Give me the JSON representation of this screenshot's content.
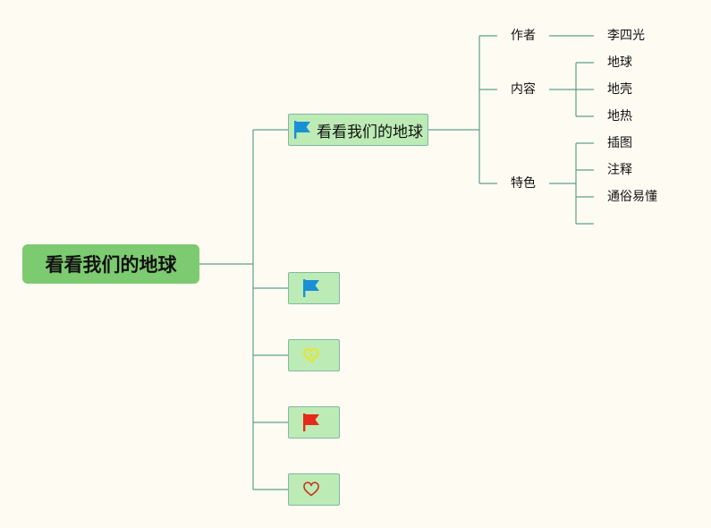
{
  "colors": {
    "background": "#fefcf2",
    "root_fill": "#7dcb70",
    "node_fill": "#bdebb5",
    "node_border": "#7fb8a3",
    "connector": "#5e9e8c"
  },
  "root": {
    "label": "看看我们的地球"
  },
  "topics": [
    {
      "label": "看看我们的地球",
      "icon": "blue-flag-icon"
    },
    {
      "label": "",
      "icon": "blue-flag-icon"
    },
    {
      "label": "",
      "icon": "yellow-heart-icon"
    },
    {
      "label": "",
      "icon": "red-flag-icon"
    },
    {
      "label": "",
      "icon": "red-heart-outline-icon"
    }
  ],
  "subtopics": [
    {
      "label": "作者",
      "children": [
        "李四光"
      ]
    },
    {
      "label": "内容",
      "children": [
        "地球",
        "地壳",
        "地热"
      ]
    },
    {
      "label": "特色",
      "children": [
        "插图",
        "注释",
        "通俗易懂",
        ""
      ]
    }
  ]
}
